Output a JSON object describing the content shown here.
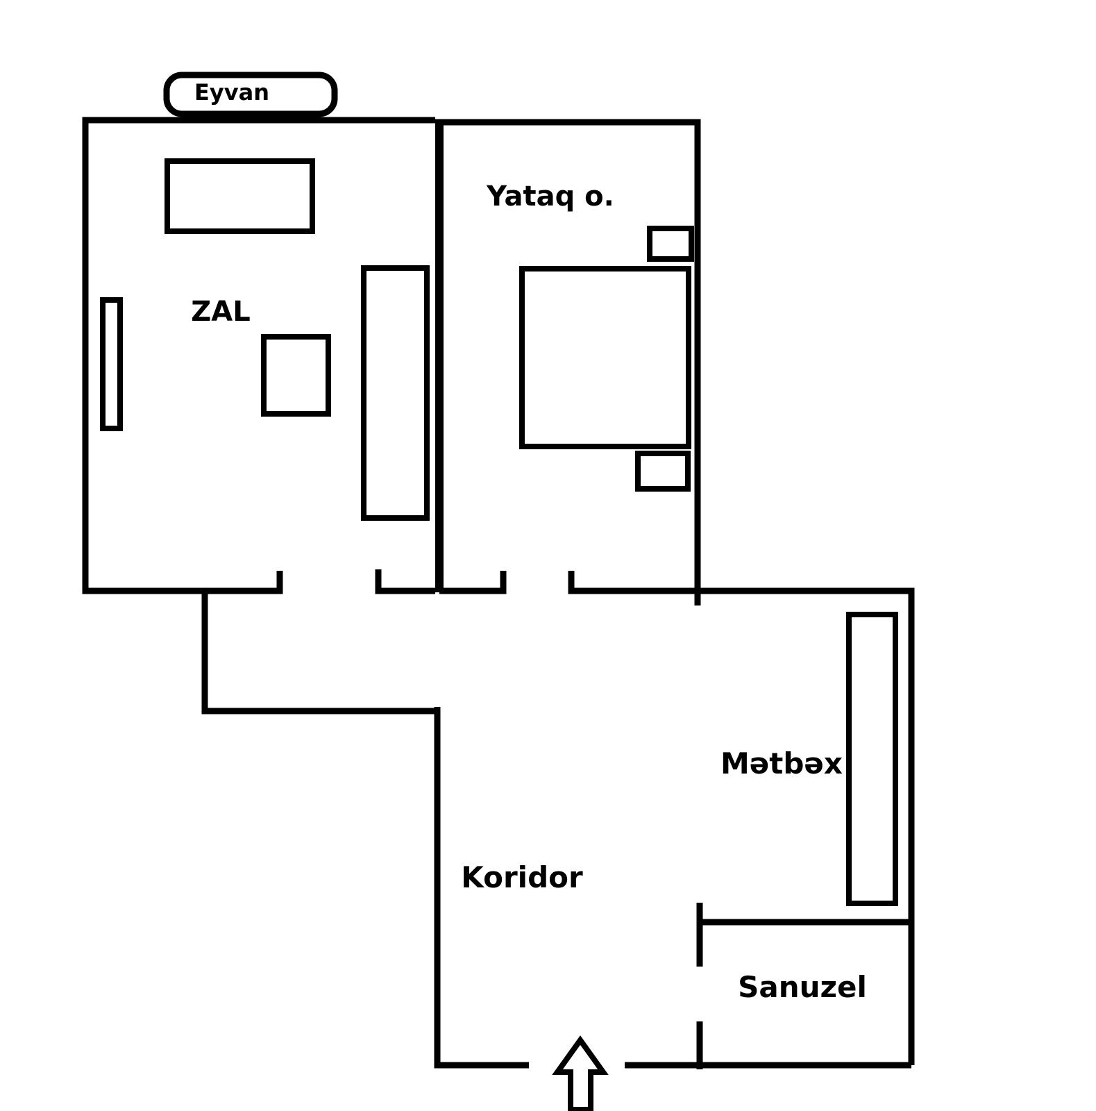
{
  "rooms": {
    "balcony": "Eyvan",
    "living_room": "ZAL",
    "bedroom": "Yataq o.",
    "kitchen": "Mətbəx",
    "corridor": "Koridor",
    "bathroom": "Sanuzel"
  },
  "entrance_icon": "up-arrow-icon",
  "colors": {
    "line": "#000000",
    "background": "#ffffff"
  }
}
